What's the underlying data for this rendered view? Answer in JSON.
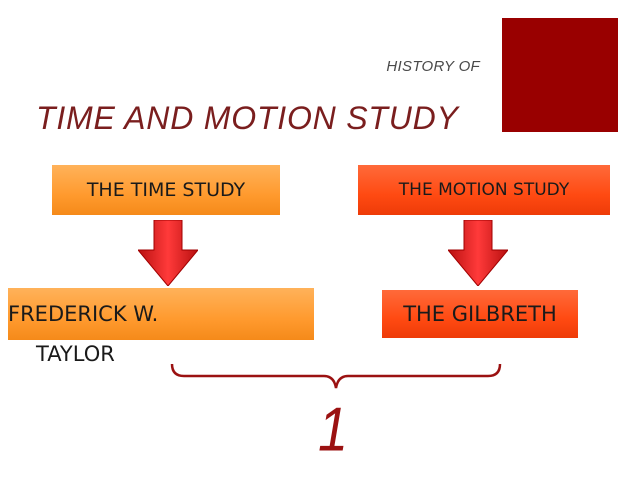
{
  "header": {
    "kicker": "HISTORY OF",
    "title": "TIME AND MOTION STUDY"
  },
  "columns": {
    "left": {
      "heading": "THE TIME STUDY",
      "result_line1": "FREDERICK W.",
      "result_line2": "TAYLOR"
    },
    "right": {
      "heading": "THE MOTION STUDY",
      "result": "THE GILBRETH"
    }
  },
  "summary": {
    "label": "1"
  },
  "colors": {
    "accent_square": "#990000",
    "time_box": "#ff9a2e",
    "motion_box": "#ff4a12",
    "arrow": "#e02020",
    "brace": "#9b1111"
  }
}
